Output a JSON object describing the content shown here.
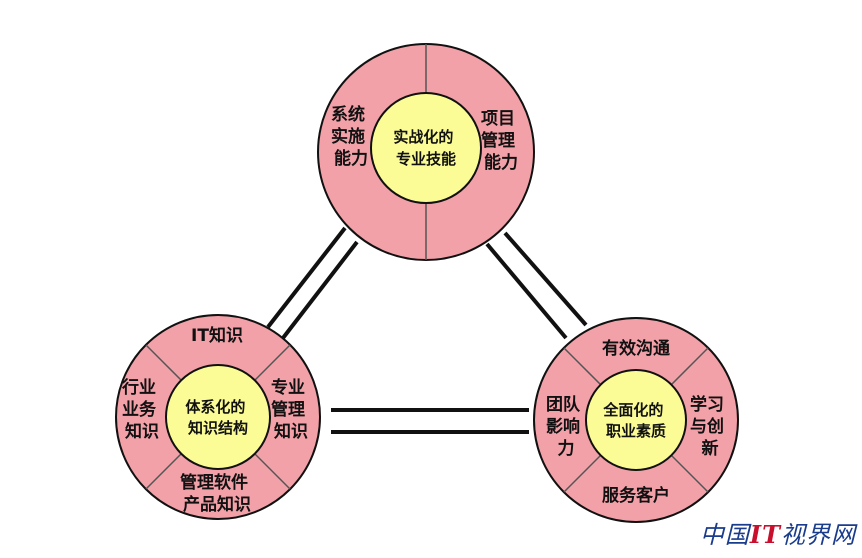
{
  "circles": {
    "top": {
      "core": [
        "实战化的",
        "专业技能"
      ],
      "left": [
        "系统",
        "实施",
        "能力"
      ],
      "right": [
        "项目",
        "管理",
        "能力"
      ]
    },
    "left": {
      "core": [
        "体系化的",
        "知识结构"
      ],
      "top": "IT知识",
      "left": [
        "行业",
        "业务",
        "知识"
      ],
      "right": [
        "专业",
        "管理",
        "知识"
      ],
      "bottom": [
        "管理软件",
        "产品知识"
      ]
    },
    "right": {
      "core": [
        "全面化的",
        "职业素质"
      ],
      "top": "有效沟通",
      "left": [
        "团队",
        "影响",
        "力"
      ],
      "right": [
        "学习",
        "与创",
        "新"
      ],
      "bottom": "服务客户"
    }
  },
  "colors": {
    "ring": "#f2a1a8",
    "core": "#fcfc96",
    "stroke": "#111111"
  },
  "watermark": {
    "pre": "中国",
    "it": "IT",
    "post": "视界网"
  }
}
